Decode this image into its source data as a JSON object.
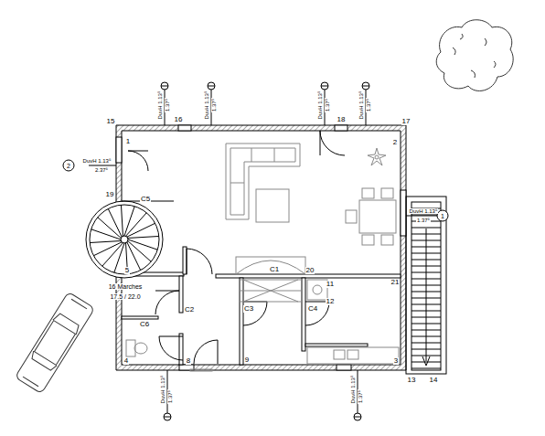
{
  "diagram": {
    "labels": [
      "15",
      "16",
      "18",
      "17",
      "1",
      "2",
      "19",
      "C5",
      "C1",
      "20",
      "11",
      "12",
      "21",
      "C2",
      "C3",
      "C4",
      "C6",
      "4",
      "8",
      "9",
      "3",
      "13",
      "14",
      "5",
      "16 Marches",
      "17.5 / 22.0",
      "DuvH 1.13⁵",
      "1.37⁵",
      "DuvH 1.13⁵",
      "1.37⁵",
      "DuvH 1.13⁵",
      "1.37⁵",
      "DuvH 1.13⁵",
      "1.37⁵",
      "DuvH 1.13⁵",
      "1.37⁵",
      "DuvH 1.13⁵",
      "1.37⁵",
      "DuvH 1.13⁵",
      "2.37⁵",
      "2",
      "DuvH 1.13⁵",
      "1.37⁵",
      "1"
    ]
  }
}
